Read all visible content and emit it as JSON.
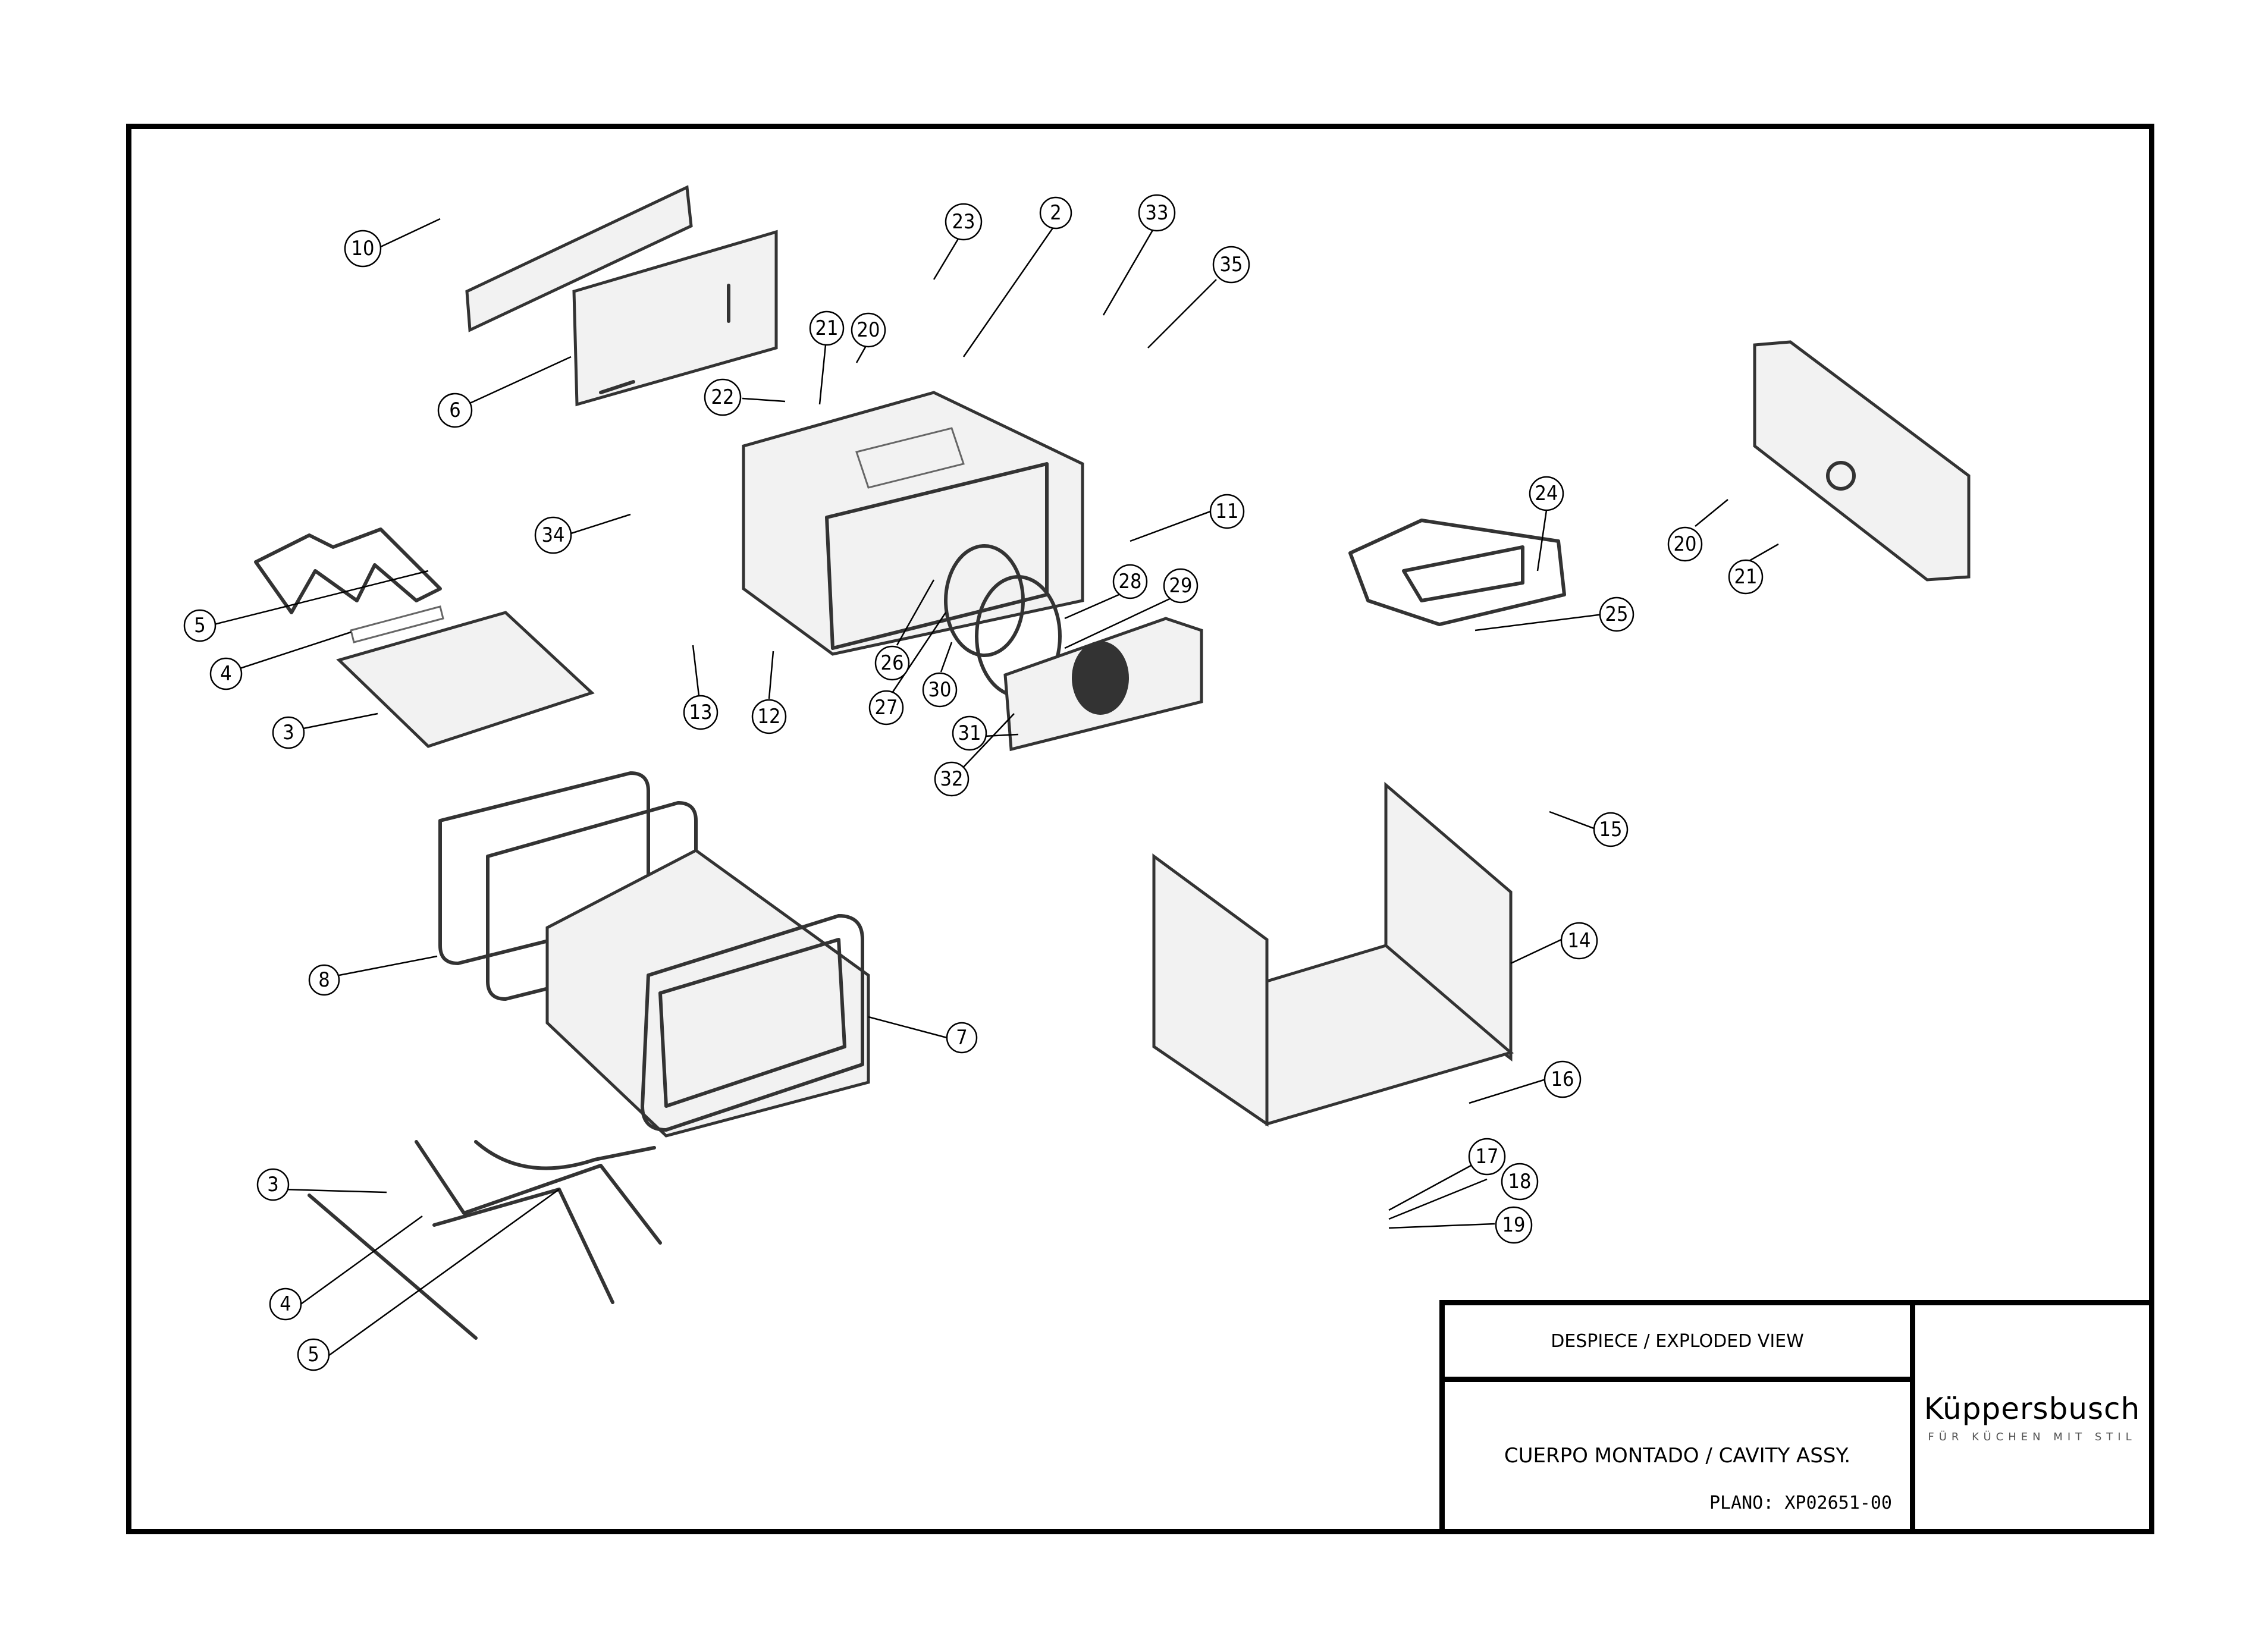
{
  "drawing": {
    "title_block": {
      "view_title": "DESPIECE / EXPLODED VIEW",
      "assembly_title": "CUERPO MONTADO / CAVITY ASSY.",
      "plano_label": "PLANO:",
      "plano_number": "XP02651-00",
      "brand": "Küppersbusch",
      "brand_tagline": "FÜR KÜCHEN MIT STIL"
    },
    "callouts": [
      {
        "id": "c10",
        "label": "10"
      },
      {
        "id": "c6",
        "label": "6"
      },
      {
        "id": "c23",
        "label": "23"
      },
      {
        "id": "c2",
        "label": "2"
      },
      {
        "id": "c33",
        "label": "33"
      },
      {
        "id": "c35",
        "label": "35"
      },
      {
        "id": "c21a",
        "label": "21"
      },
      {
        "id": "c20a",
        "label": "20"
      },
      {
        "id": "c22",
        "label": "22"
      },
      {
        "id": "c34",
        "label": "34"
      },
      {
        "id": "c11",
        "label": "11"
      },
      {
        "id": "c5a",
        "label": "5"
      },
      {
        "id": "c4a",
        "label": "4"
      },
      {
        "id": "c3a",
        "label": "3"
      },
      {
        "id": "c13",
        "label": "13"
      },
      {
        "id": "c12",
        "label": "12"
      },
      {
        "id": "c26",
        "label": "26"
      },
      {
        "id": "c27",
        "label": "27"
      },
      {
        "id": "c30",
        "label": "30"
      },
      {
        "id": "c28",
        "label": "28"
      },
      {
        "id": "c29",
        "label": "29"
      },
      {
        "id": "c31",
        "label": "31"
      },
      {
        "id": "c32",
        "label": "32"
      },
      {
        "id": "c24",
        "label": "24"
      },
      {
        "id": "c25",
        "label": "25"
      },
      {
        "id": "c20b",
        "label": "20"
      },
      {
        "id": "c21b",
        "label": "21"
      },
      {
        "id": "c15",
        "label": "15"
      },
      {
        "id": "c14",
        "label": "14"
      },
      {
        "id": "c16",
        "label": "16"
      },
      {
        "id": "c17",
        "label": "17"
      },
      {
        "id": "c18",
        "label": "18"
      },
      {
        "id": "c19",
        "label": "19"
      },
      {
        "id": "c8",
        "label": "8"
      },
      {
        "id": "c7",
        "label": "7"
      },
      {
        "id": "c3b",
        "label": "3"
      },
      {
        "id": "c4b",
        "label": "4"
      },
      {
        "id": "c5b",
        "label": "5"
      }
    ]
  }
}
